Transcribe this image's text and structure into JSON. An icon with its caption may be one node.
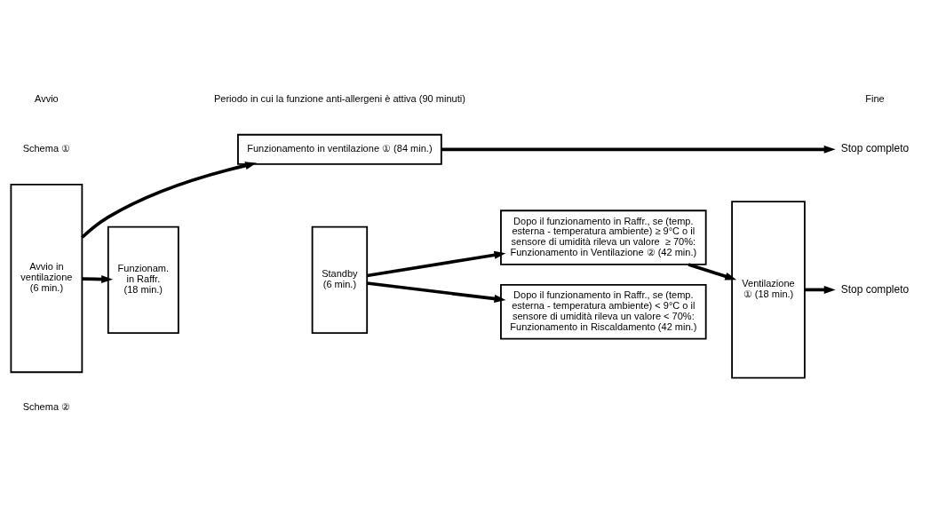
{
  "diagram": {
    "nodes": [
      {
        "text": [
          "Avvio in ventilazione (6 min.)"
        ]
      },
      {
        "text": [
          "Funzionamento in ventilazione ① (84 min.)"
        ]
      },
      {
        "text": [
          "Funzionam. in Raffr. (18 min.)"
        ]
      },
      {
        "text": [
          "Standby (6 min.)"
        ]
      },
      {
        "text": [
          "Dopo il funzionamento in Raffr., se (temp. esterna - temperatura ambiente) ≥ 9°C o il sensore di umidità rileva un valore  ≥ 70%: Funzionamento in Ventilazione ② (42 min.)"
        ]
      },
      {
        "text": [
          "Dopo il funzionamento in Raffr., se (temp. esterna - temperatura ambiente) < 9°C o il sensore di umidità rileva un valore < 70%: Funzionamento in Riscaldamento (42 min.)"
        ]
      },
      {
        "text": [
          "Ventilazione ① (18 min.)"
        ]
      },
      {
        "text": [
          "Stop completo"
        ]
      },
      {
        "text": [
          "Stop completo"
        ]
      }
    ],
    "edges": [
      {
        "from": 0,
        "to": 1,
        "arrow": "to"
      },
      {
        "from": 0,
        "to": 2,
        "arrow": "to"
      },
      {
        "from": 3,
        "to": 4,
        "arrow": "to"
      },
      {
        "from": 3,
        "to": 5,
        "arrow": "to"
      },
      {
        "from": 4,
        "to": 6,
        "arrow": "to"
      },
      {
        "from": 1,
        "to": 7,
        "arrow": "to"
      },
      {
        "from": 6,
        "to": 8,
        "arrow": "to"
      }
    ],
    "labels": [
      "Schema ①",
      "Schema ②",
      "Avvio",
      "Fine",
      "Periodo in cui la funzione anti-allergeni è attiva (90 minuti)"
    ]
  }
}
